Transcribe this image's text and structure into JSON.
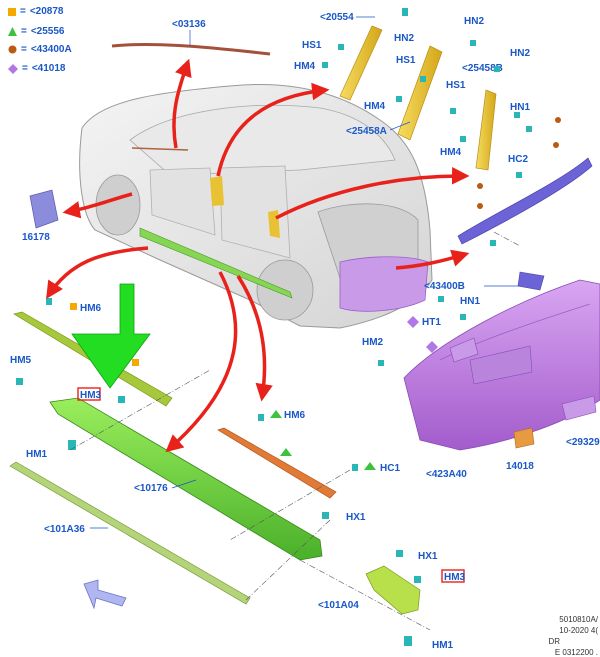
{
  "legend": [
    {
      "code": "<20878",
      "shape": "square",
      "color": "#f5a800"
    },
    {
      "code": "<25556",
      "shape": "triangle",
      "color": "#3cc23c"
    },
    {
      "code": "<43400A",
      "shape": "circle",
      "color": "#b85c14"
    },
    {
      "code": "<41018",
      "shape": "diamond",
      "color": "#b277e6"
    }
  ],
  "labels": {
    "p03136": "<03136",
    "p20554": "<20554",
    "hn2a": "HN2",
    "hn2b": "HN2",
    "hn2c": "HN2",
    "hs1a": "HS1",
    "hs1b": "HS1",
    "hs1c": "HS1",
    "hm4a": "HM4",
    "hm4b": "HM4",
    "hm4c": "HM4",
    "p25458b": "<25458B",
    "p25458a": "<25458A",
    "hn1a": "HN1",
    "hn1b": "HN1",
    "hc2": "HC2",
    "p16178": "16178",
    "p43400b": "<43400B",
    "ht1": "HT1",
    "hm6a": "HM6",
    "hm6b": "HM6",
    "hm5": "HM5",
    "hm3a": "HM3",
    "hm3b": "HM3",
    "hm2": "HM2",
    "hm1a": "HM1",
    "hm1b": "HM1",
    "p29329": "<29329",
    "p14018": "14018",
    "p423a40": "<423A40",
    "hc1": "HC1",
    "p10176": "<10176",
    "hx1a": "HX1",
    "hx1b": "HX1",
    "p101a36": "<101A36",
    "p101a04": "<101A04"
  },
  "footer": [
    "5010810A/",
    "10-2020 4(",
    "DR",
    "E 0312200 ."
  ],
  "colors": {
    "label": "#1a57c8",
    "arrow": "#e8221a",
    "green_arrow": "#22dd22",
    "sill": "#6fd23c",
    "gate": "#c77ee8",
    "pillar": "#e8c232",
    "bar": "#6c64d6",
    "orange_strip": "#e07a36",
    "olive_strip": "#a7c83c",
    "red_box": "#e8221a"
  },
  "icons": [
    "clip-icon",
    "nav-arrow-icon"
  ]
}
